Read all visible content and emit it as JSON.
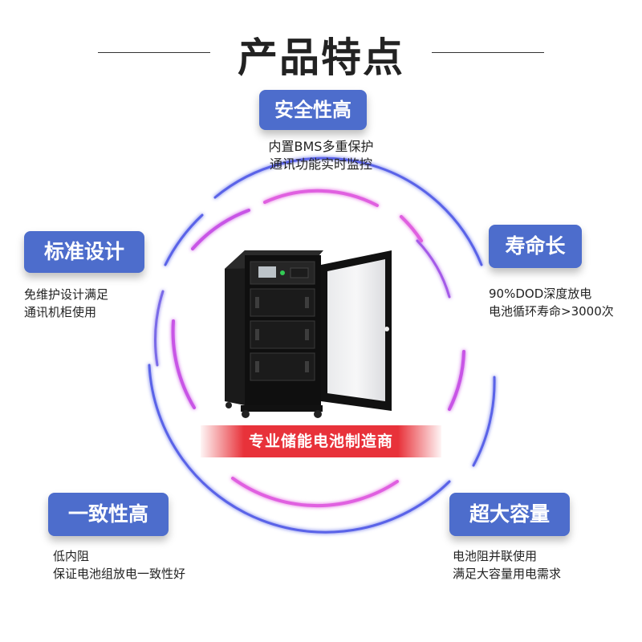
{
  "header": {
    "title": "产品特点"
  },
  "center": {
    "banner": "专业储能电池制造商"
  },
  "features": {
    "top": {
      "badge": "安全性高",
      "line1": "内置BMS多重保护",
      "line2": "通讯功能实时监控"
    },
    "left": {
      "badge": "标准设计",
      "line1": "免维护设计满足",
      "line2": "通讯机柜使用"
    },
    "right": {
      "badge": "寿命长",
      "line1": "90%DOD深度放电",
      "line2": "电池循环寿命>3000次"
    },
    "bottom_left": {
      "badge": "一致性高",
      "line1": "低内阻",
      "line2": "保证电池组放电一致性好"
    },
    "bottom_right": {
      "badge": "超大容量",
      "line1": "电池阻并联使用",
      "line2": "满足大容量用电需求"
    }
  },
  "colors": {
    "badge": "#4d6dcc",
    "banner": "#e8323a",
    "ring_blue": "#5a63e8",
    "ring_pink": "#e060e0"
  }
}
